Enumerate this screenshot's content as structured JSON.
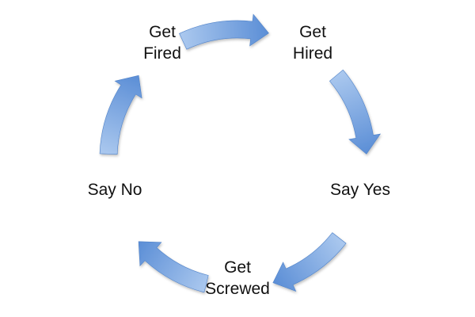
{
  "diagram": {
    "type": "cycle",
    "arrow_color": "#5B8ED6",
    "arrow_light_color": "#A9C7EE",
    "nodes": [
      {
        "id": "get-fired",
        "line1": "Get",
        "line2": "Fired"
      },
      {
        "id": "get-hired",
        "line1": "Get",
        "line2": "Hired"
      },
      {
        "id": "say-yes",
        "line1": "Say Yes"
      },
      {
        "id": "get-screwed",
        "line1": "Get",
        "line2": "Screwed"
      },
      {
        "id": "say-no",
        "line1": "Say No"
      }
    ],
    "arrows": [
      {
        "from": "get-fired",
        "to": "get-hired"
      },
      {
        "from": "get-hired",
        "to": "say-yes"
      },
      {
        "from": "say-yes",
        "to": "get-screwed"
      },
      {
        "from": "get-screwed",
        "to": "say-no"
      },
      {
        "from": "say-no",
        "to": "get-fired"
      }
    ]
  }
}
